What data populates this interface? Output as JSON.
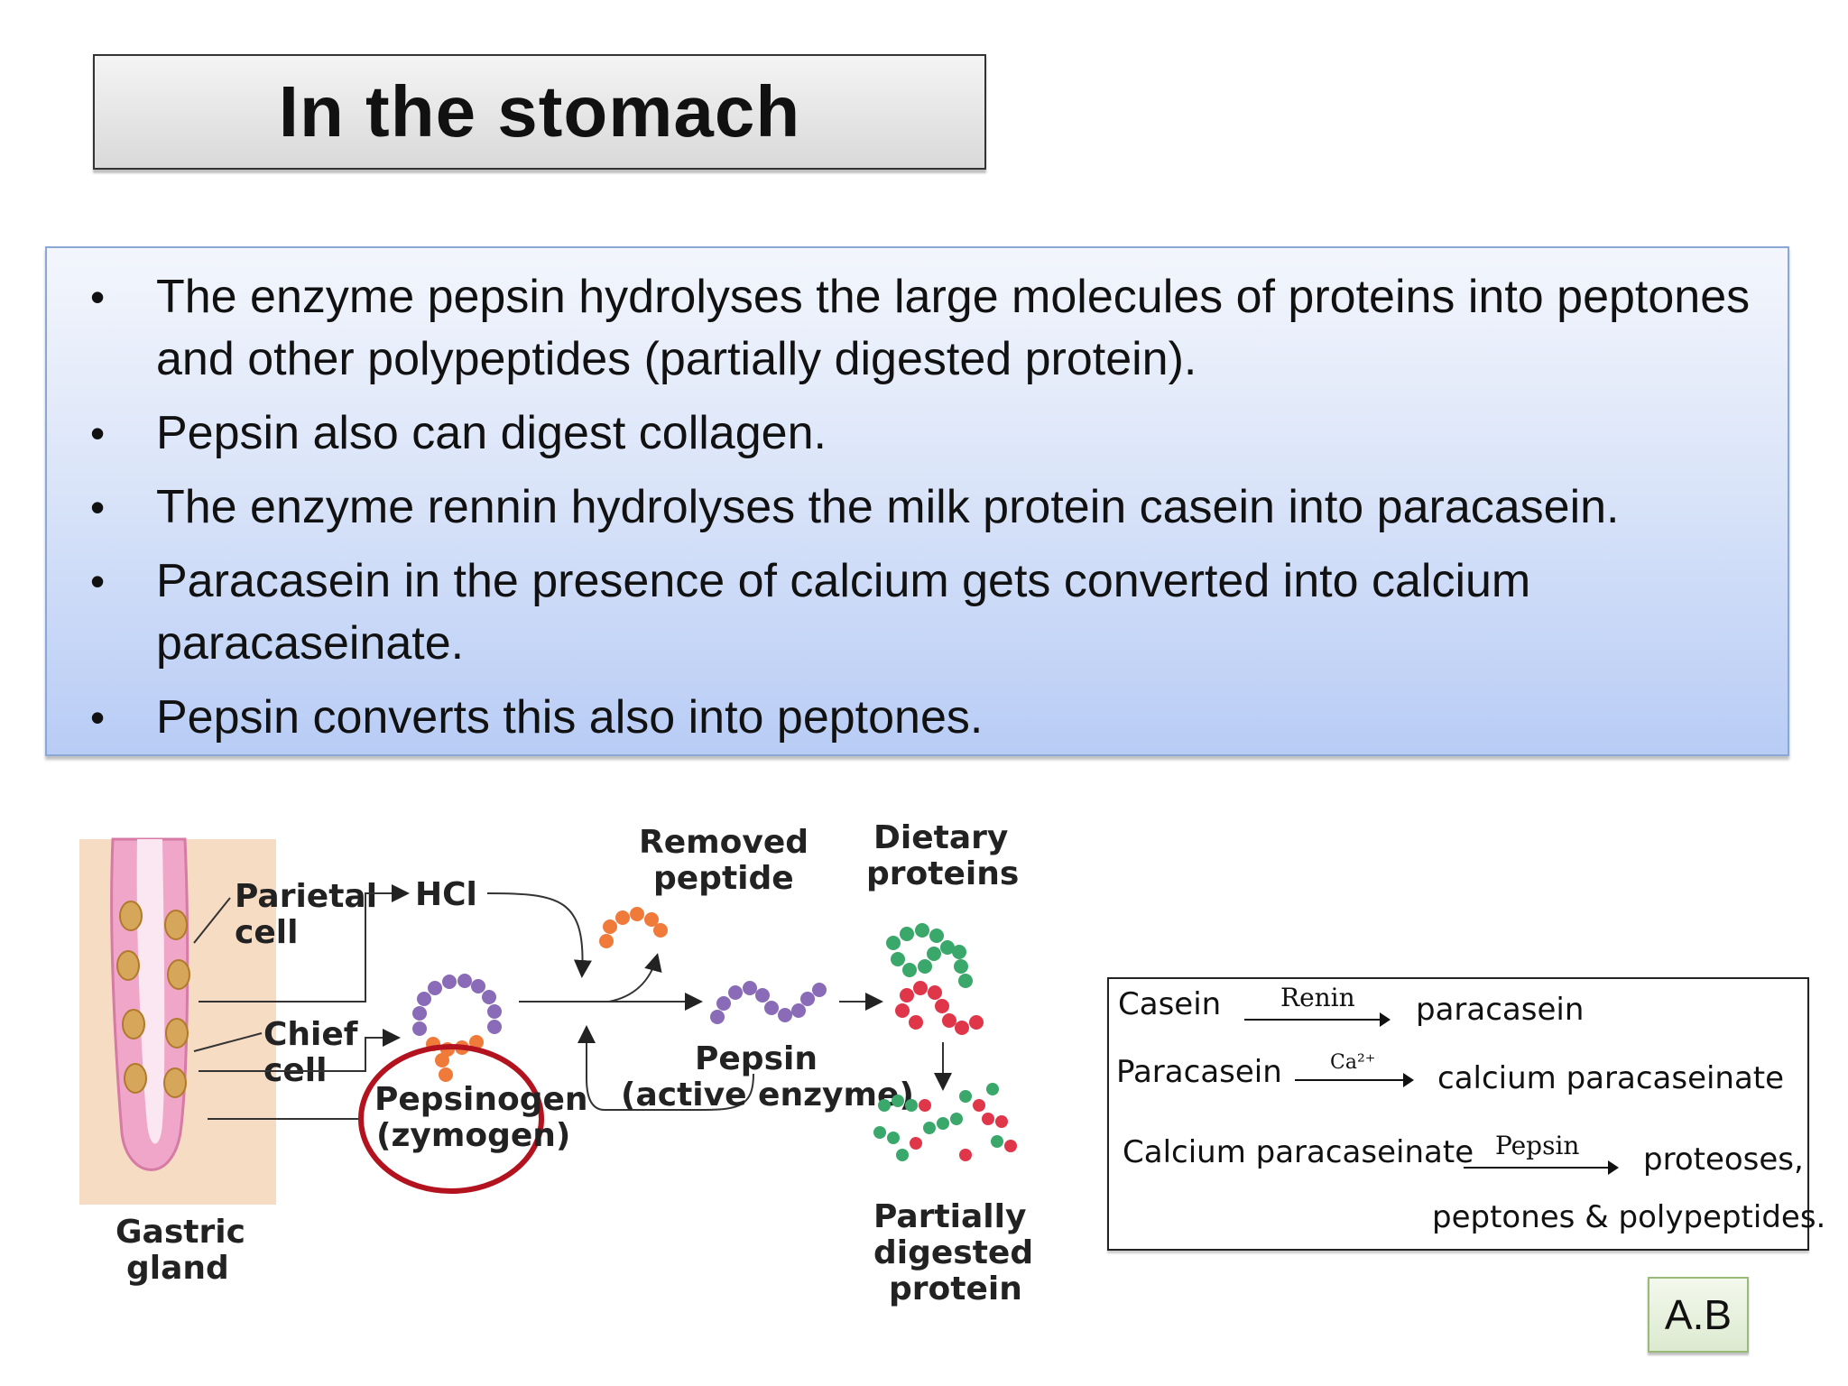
{
  "slide": {
    "title": "In the stomach",
    "bullets": [
      "The enzyme pepsin hydrolyses the large molecules of proteins into peptones and other polypeptides (partially digested protein).",
      "Pepsin also can digest collagen.",
      "The enzyme rennin hydrolyses the milk protein casein into paracasein.",
      "Paracasein in the presence of calcium gets converted into calcium paracaseinate.",
      "Pepsin converts this also into peptones."
    ],
    "bullet_glyph": "•",
    "author_badge": "A.B"
  },
  "diagram": {
    "labels": {
      "parietal_1": "Parietal",
      "parietal_2": "cell",
      "chief_1": "Chief",
      "chief_2": "cell",
      "gastric_1": "Gastric",
      "gastric_2": "gland",
      "hcl": "HCl",
      "removed_1": "Removed",
      "removed_2": "peptide",
      "dietary_1": "Dietary",
      "dietary_2": "proteins",
      "pepsinogen_1": "Pepsinogen",
      "pepsinogen_2": "(zymogen)",
      "pepsin_1": "Pepsin",
      "pepsin_2": "(active enzyme)",
      "partial_1": "Partially",
      "partial_2": "digested",
      "partial_3": "protein"
    },
    "colors": {
      "gland_bg": "#f7dcc4",
      "gland_pink": "#f0a6c8",
      "bead_purple": "#8a6bb8",
      "bead_orange": "#f07a3a",
      "bead_green": "#3aa86a",
      "bead_red": "#e0364a",
      "circle_red": "#b3121f"
    }
  },
  "reactions": {
    "r1_substrate": "Casein",
    "r1_enzyme": "Renin",
    "r1_product": "paracasein",
    "r2_substrate": "Paracasein",
    "r2_enzyme": "Ca²⁺",
    "r2_product": "calcium paracaseinate",
    "r3_substrate": "Calcium paracaseinate",
    "r3_enzyme": "Pepsin",
    "r3_product_1": "proteoses,",
    "r3_product_2": "peptones & polypeptides."
  }
}
